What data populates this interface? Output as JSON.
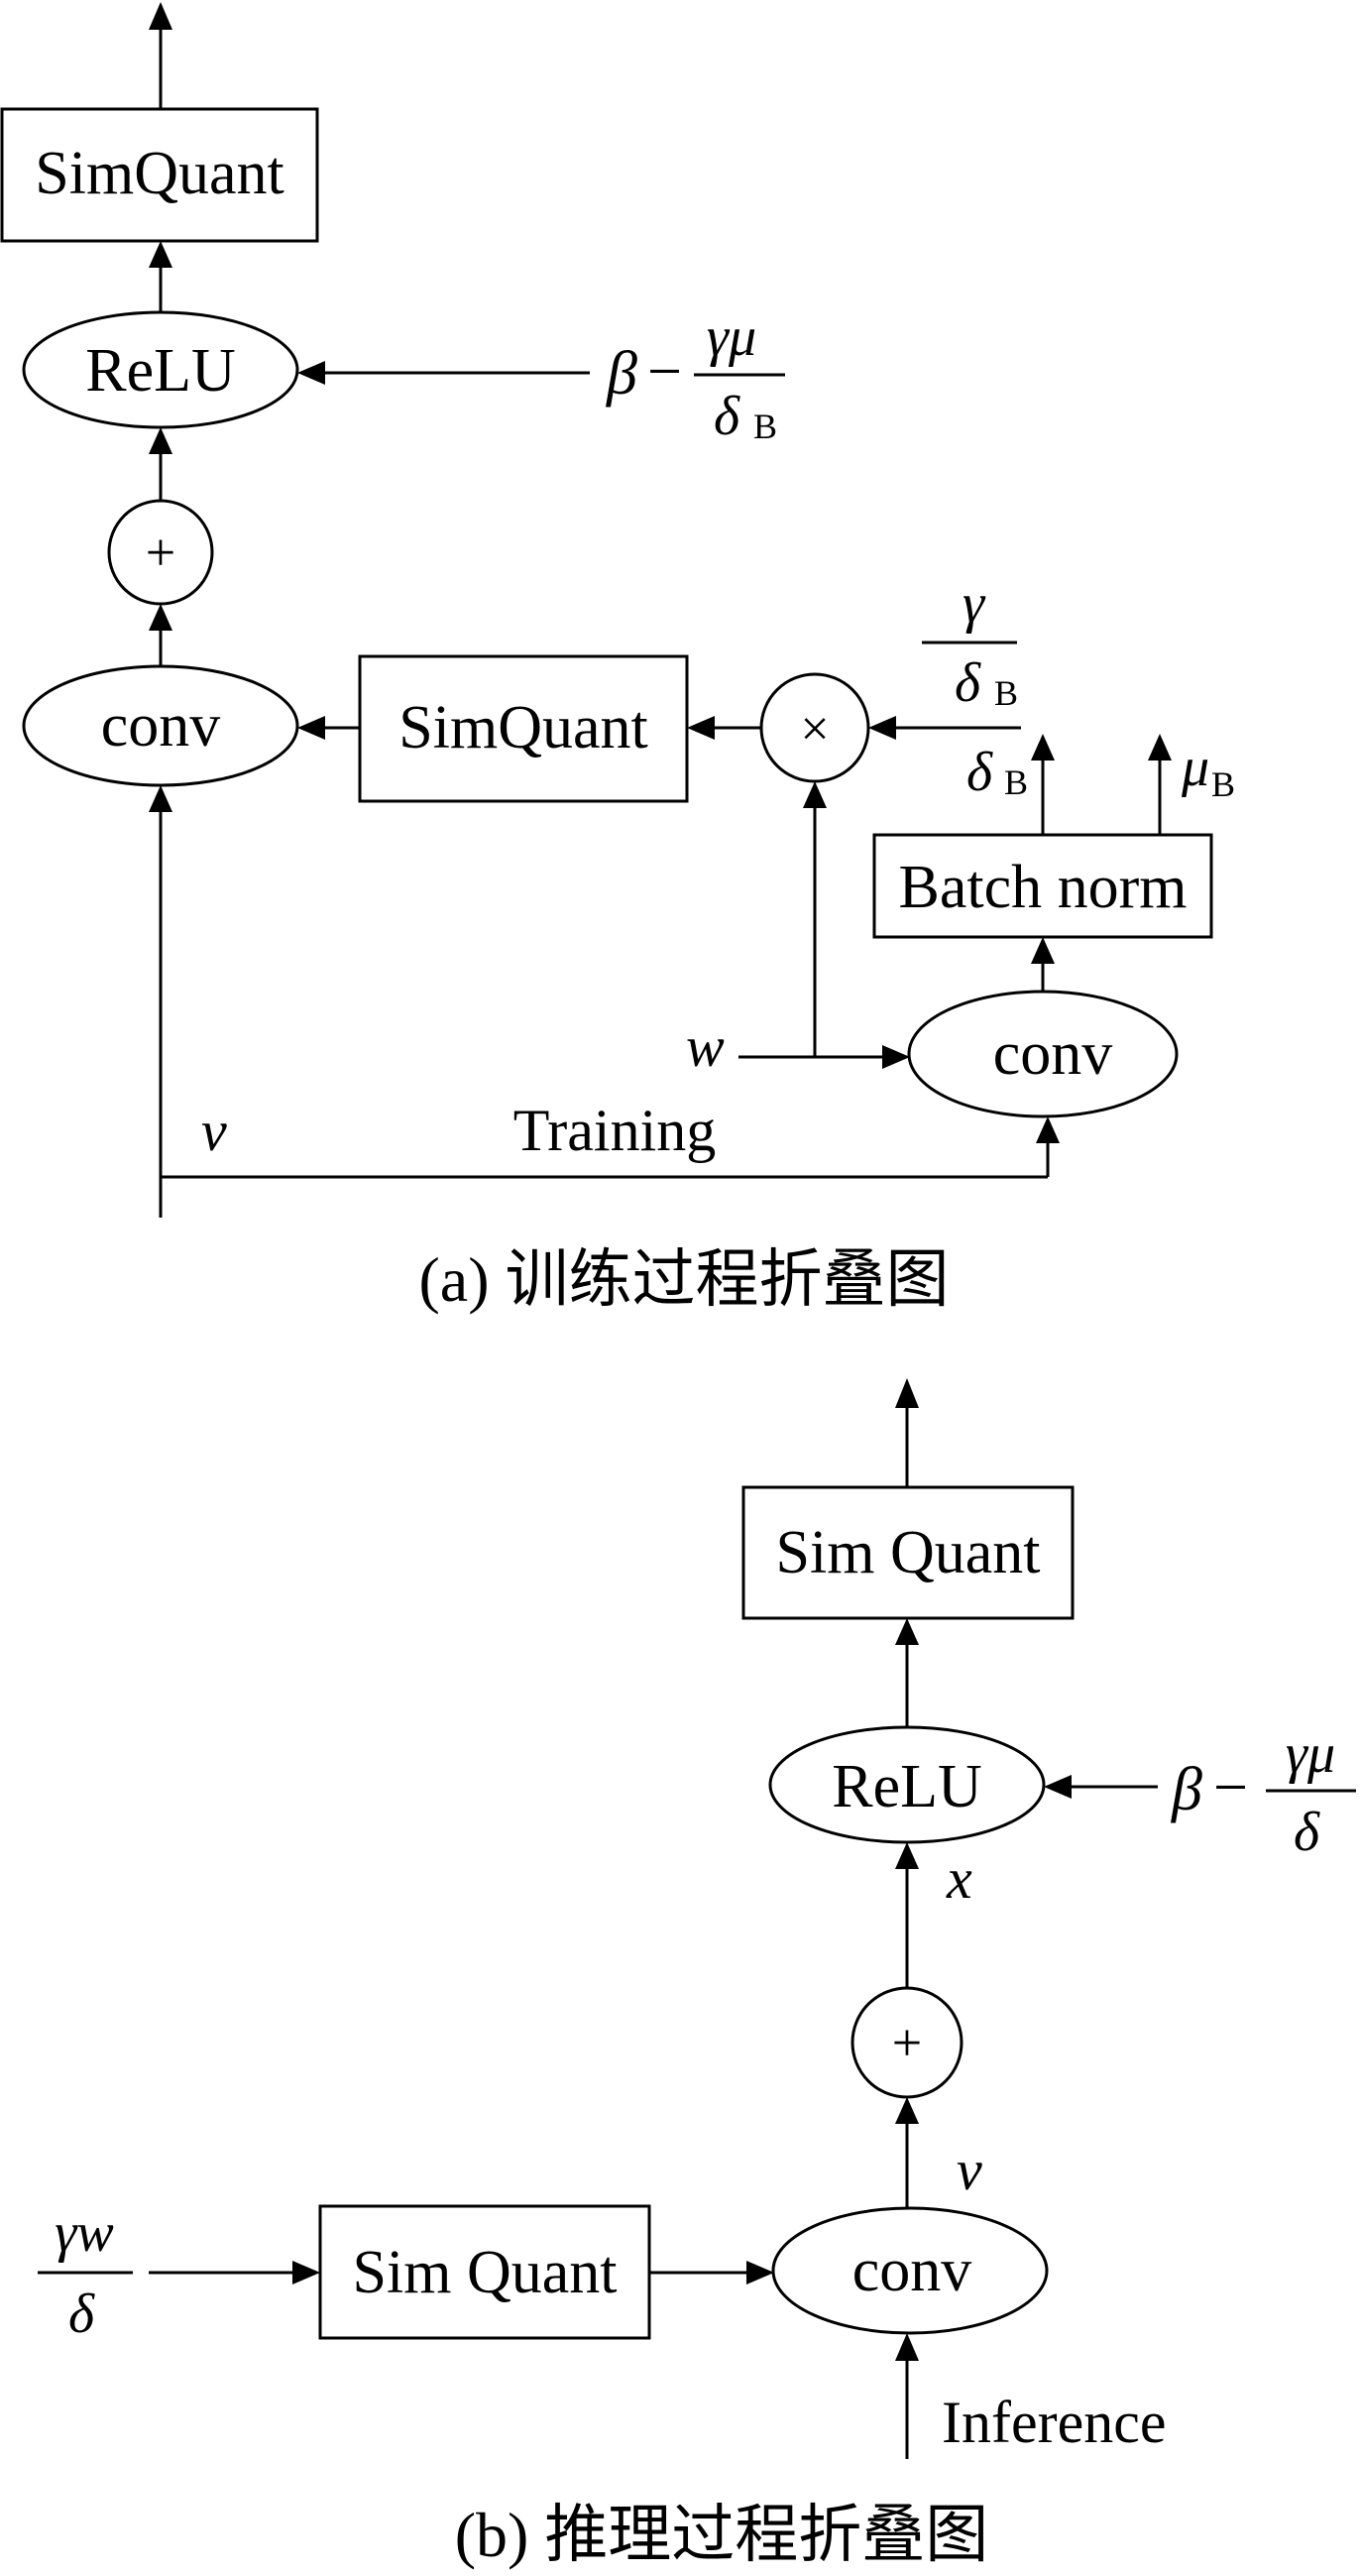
{
  "diagram_a": {
    "top_simquant": "SimQuant",
    "relu": "ReLU",
    "plus": "+",
    "conv": "conv",
    "simquant": "SimQuant",
    "times": "×",
    "batch_norm": "Batch norm",
    "conv2": "conv",
    "bias_beta": "β",
    "bias_minus": "−",
    "bias_num": "γμ",
    "bias_den": "δ",
    "bias_den_sub": "B",
    "scale_num": "γ",
    "scale_den": "δ",
    "scale_den_sub": "B",
    "out_delta": "δ",
    "out_delta_sub": "B",
    "out_mu": "μ",
    "out_mu_sub": "B",
    "w": "w",
    "v": "v",
    "training": "Training",
    "caption": "(a)  训练过程折叠图"
  },
  "diagram_b": {
    "top_simquant": "Sim Quant",
    "relu": "ReLU",
    "x": "x",
    "plus": "+",
    "v": "v",
    "conv": "conv",
    "simquant": "Sim Quant",
    "bias_beta": "β",
    "bias_minus": "−",
    "bias_num": "γμ",
    "bias_den": "δ",
    "in_num": "γw",
    "in_den": "δ",
    "inference": "Inference",
    "caption": "(b)  推理过程折叠图"
  }
}
